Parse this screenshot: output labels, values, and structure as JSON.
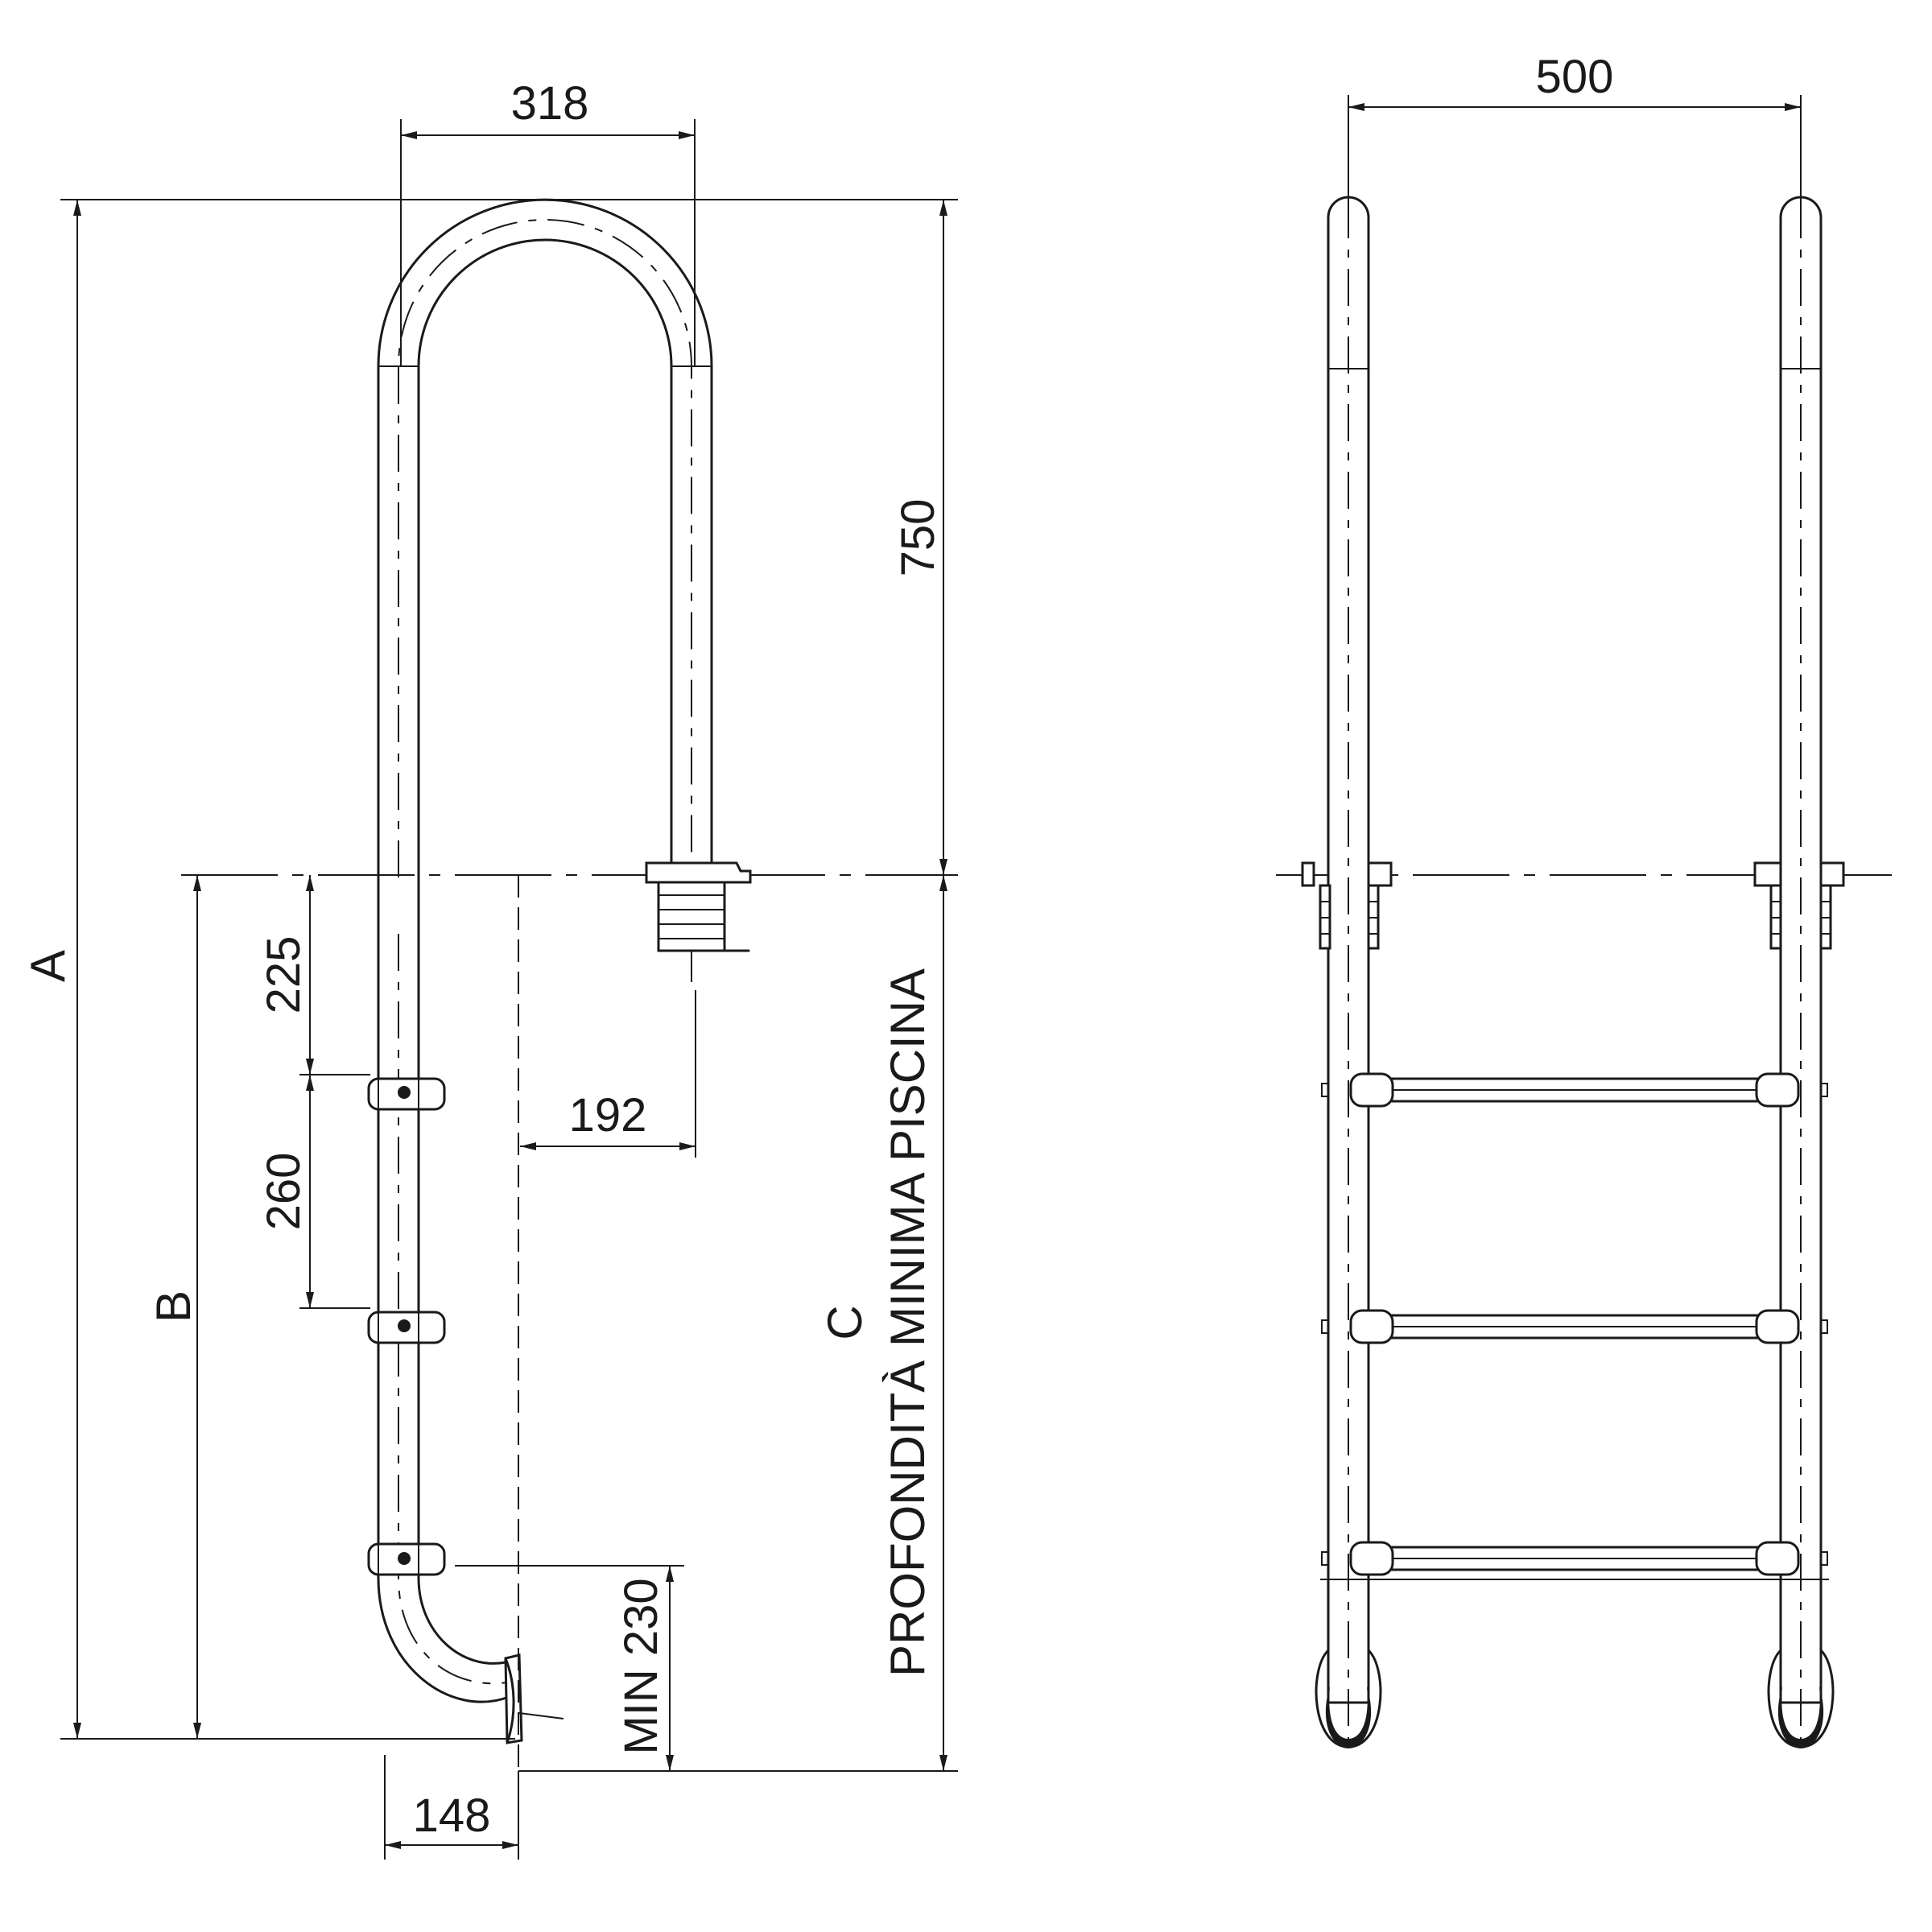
{
  "side_view": {
    "dimensions": {
      "width_top": "318",
      "handrail_height": "750",
      "first_step": "225",
      "step_pitch": "260",
      "offset": "192",
      "bottom_clearance": "MIN 230",
      "foot_depth": "148"
    },
    "labels": {
      "a": "A",
      "b": "B",
      "c": "C",
      "pool_depth": "PROFONDITÀ MINIMA PISCINA"
    }
  },
  "front_view": {
    "dimensions": {
      "width": "500"
    },
    "step_count": 3
  }
}
